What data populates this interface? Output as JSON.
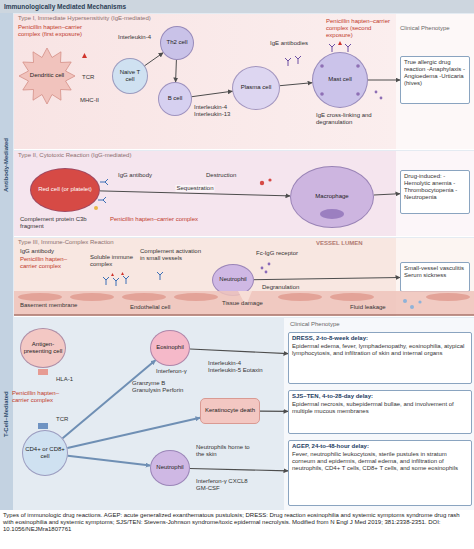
{
  "diagram": {
    "title": "Immunologically Mediated Mechanisms",
    "caption": "Types of immunologic drug reactions. AGEP: acute generalized exanthematous pustulosis; DRESS: Drug reaction eosinophilia and systemic symptoms syndrome drug rash with eosinophilia and systemic symptoms; SJS/TEN: Stevens-Johnson syndrome/toxic epidermal necrolysis. Modified from N Engl J Med 2019; 381:2338-2351. DOI: 10.1056/NEJMra1807761",
    "nodes": [
      {
        "text": [
          "Antibody-Mediated"
        ]
      },
      {
        "text": [
          "Type I, Immediate Hypersensitivity (IgE-mediated)"
        ],
        "in": 0
      },
      {
        "text": [
          "Dendritic cell"
        ],
        "in": 1
      },
      {
        "text": [
          "Naive T cell"
        ],
        "in": 1
      },
      {
        "text": [
          "Th2 cell"
        ],
        "in": 1
      },
      {
        "text": [
          "B cell"
        ],
        "in": 1
      },
      {
        "text": [
          "Plasma cell"
        ],
        "in": 1
      },
      {
        "text": [
          "Mast cell"
        ],
        "in": 1
      },
      {
        "text": [
          "True allergic drug reaction -Anaphylaxis -Angioedema -Urticaria (hives)"
        ],
        "in": 1
      },
      {
        "text": [
          "Type II, Cytotoxic Reaction (IgG-mediated)"
        ],
        "in": 0
      },
      {
        "text": [
          "Red cell (or platelet)"
        ],
        "in": 9
      },
      {
        "text": [
          "Macrophage"
        ],
        "in": 9
      },
      {
        "text": [
          "Drug-induced: -Hemolytic anemia -Thrombocytopenia -Neutropenia"
        ],
        "in": 9
      },
      {
        "text": [
          "Type III, Immune-Complex Reaction"
        ],
        "in": 0
      },
      {
        "text": [
          "Neutrophil"
        ],
        "in": 13
      },
      {
        "text": [
          "Small-vessel vasculitis Serum sickness"
        ],
        "in": 13
      },
      {
        "text": [
          "T-Cell–Mediated"
        ]
      },
      {
        "text": [
          "Antigen-presenting cell"
        ],
        "in": 16
      },
      {
        "text": [
          "CD4+ or CD8+ cell"
        ],
        "in": 16
      },
      {
        "text": [
          "Eosinophil"
        ],
        "in": 16
      },
      {
        "text": [
          "Keratinocyte death"
        ],
        "in": 16
      },
      {
        "text": [
          "Neutrophil"
        ],
        "in": 16
      },
      {
        "text": [
          "DRESS, 2-to-8-week delay:",
          "Epidermal edema, fever, lymphadenopathy, eosinophilia, atypical lymphocytosis, and infiltration of skin and internal organs"
        ],
        "in": 16
      },
      {
        "text": [
          "SJS–TEN, 4-to-28-day delay:",
          "Epidermal necrosis, subepidermal bullae, and involvement of multiple mucous membranes"
        ],
        "in": 16
      },
      {
        "text": [
          "AGEP, 24-to-48-hour delay:",
          "Fever, neutrophilic leukocytosis, sterile pustules in stratum corneum and epidermis, dermal edema, and infiltration of neutrophils, CD4+ T cells, CD8+ T cells, and some eosinophils"
        ],
        "in": 16
      }
    ],
    "edges": [
      {
        "from": 3,
        "to": 4,
        "arrow": "to"
      },
      {
        "from": 4,
        "to": 5,
        "arrow": "to"
      },
      {
        "from": 5,
        "to": 6,
        "arrow": "to"
      },
      {
        "from": 6,
        "to": 7,
        "arrow": "to"
      },
      {
        "from": 7,
        "to": 8,
        "arrow": "to"
      },
      {
        "from": 10,
        "to": 11,
        "label": "Sequestration",
        "arrow": "to"
      },
      {
        "from": 11,
        "to": 12,
        "arrow": "to"
      },
      {
        "from": 14,
        "to": 15,
        "arrow": "to"
      },
      {
        "from": 18,
        "to": 19,
        "arrow": "to"
      },
      {
        "from": 18,
        "to": 20,
        "arrow": "to"
      },
      {
        "from": 18,
        "to": 21,
        "arrow": "to"
      },
      {
        "from": 19,
        "to": 22,
        "arrow": "to"
      },
      {
        "from": 20,
        "to": 23,
        "arrow": "to"
      },
      {
        "from": 21,
        "to": 24,
        "arrow": "to"
      }
    ],
    "labels": [
      "Clinical Phenotype",
      "Penicillin hapten–carrier complex (first exposure)",
      "Interleukin-4",
      "TCR",
      "MHC-II",
      "Interleukin-4 Interleukin-13",
      "IgE antibodies",
      "Penicillin hapten–carrier complex (second exposure)",
      "IgE cross-linking and degranulation",
      "IgG antibody",
      "Destruction",
      "Complement protein C3b fragment",
      "Penicillin hapten–carrier complex",
      "VESSEL LUMEN",
      "IgG antibody",
      "Penicillin hapten–carrier complex",
      "Soluble immune complex",
      "Complement activation in small vessels",
      "Fc-IgG receptor",
      "Degranulation",
      "Tissue damage",
      "Basement membrane",
      "Endothelial cell",
      "Fluid leakage",
      "HLA-1",
      "Penicillin hapten–carrier complex",
      "TCR",
      "Interferon-γ",
      "Interleukin-4 Interleukin-5 Eotaxin",
      "Granzyme B Granulysin Perforin",
      "Neutrophils home to the skin",
      "Interferon-γ CXCL8 GM-CSF",
      "Clinical Phenotype"
    ]
  }
}
